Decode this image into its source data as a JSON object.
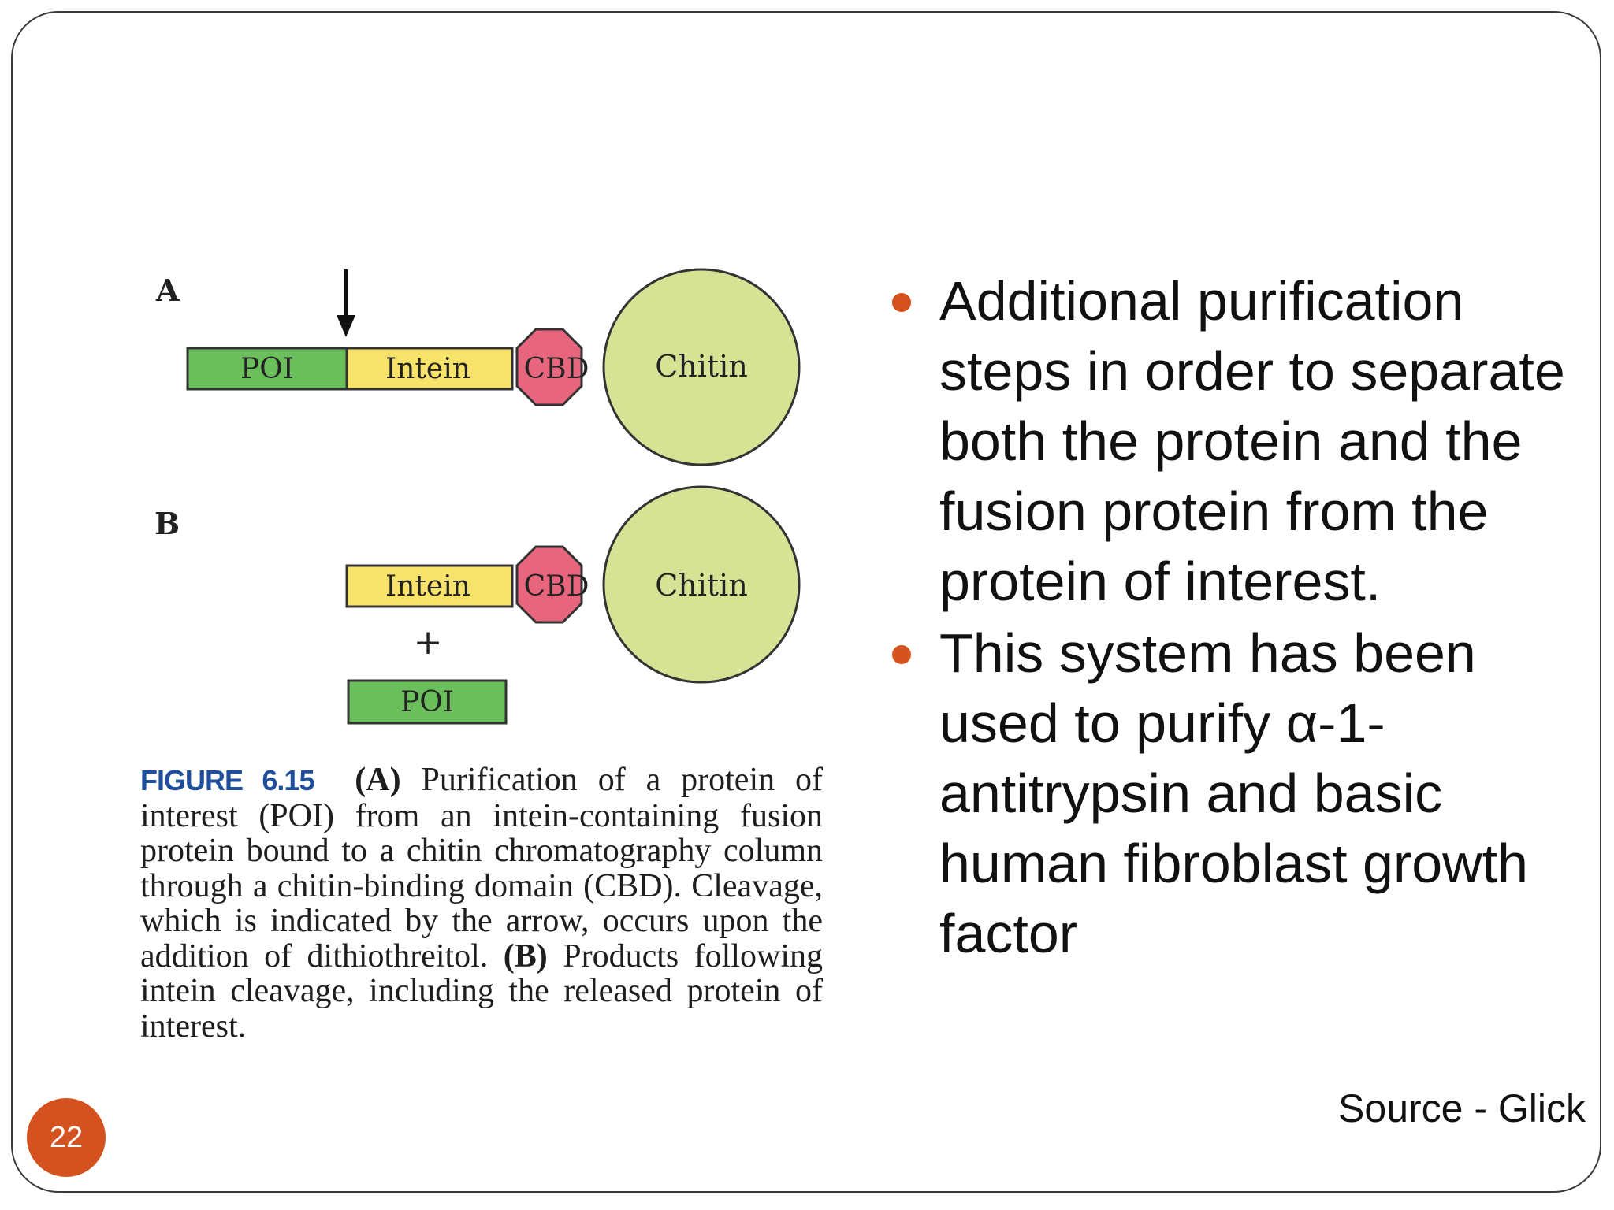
{
  "slide": {
    "page_number": "22",
    "source": "Source - Glick"
  },
  "figure": {
    "panel_a": {
      "label": "A",
      "poi": "POI",
      "intein": "Intein",
      "cbd": "CBD",
      "chitin": "Chitin"
    },
    "panel_b": {
      "label": "B",
      "intein": "Intein",
      "cbd": "CBD",
      "chitin": "Chitin",
      "plus": "+",
      "poi": "POI"
    },
    "colors": {
      "poi": "#6bbf5a",
      "intein": "#f7e36a",
      "cbd": "#e8667d",
      "chitin": "#d7e394"
    },
    "caption": {
      "figure_label": "FIGURE 6.15",
      "part_a_label": "(A)",
      "part_a_text": "Purification of a protein of interest (POI) from an intein-containing fusion protein bound to a chitin chromatography column through a chitin-binding domain (CBD). Cleavage, which is indicated by the arrow, occurs upon the addition of dithiothreitol.",
      "part_b_label": "(B)",
      "part_b_text": "Products following intein cleavage, including the released protein of interest."
    }
  },
  "bullets": [
    "Additional purification steps in order to separate both the protein and the fusion protein from the protein of interest.",
    "This system has been used to purify α-1-antitrypsin and basic human fibroblast growth factor"
  ]
}
